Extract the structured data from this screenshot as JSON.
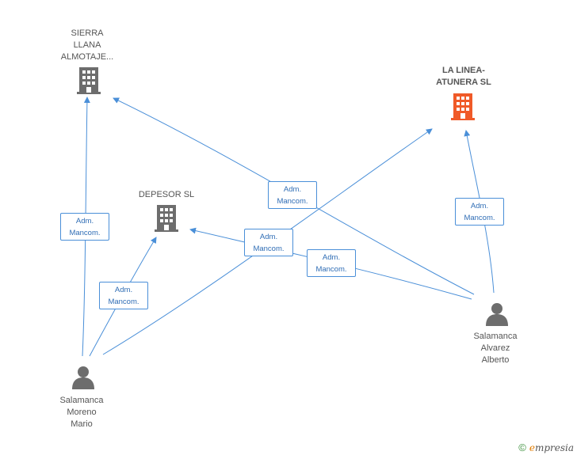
{
  "colors": {
    "edge": "#4a8fd8",
    "building": "#6d6d6d",
    "building_highlight": "#f05a28",
    "person": "#6d6d6d"
  },
  "companies": [
    {
      "id": "sierra",
      "lines": [
        "SIERRA",
        "LLANA",
        "ALMOTAJE..."
      ],
      "icon": "building-icon",
      "highlight": false
    },
    {
      "id": "linea",
      "lines": [
        "LA LINEA-",
        "ATUNERA SL"
      ],
      "icon": "building-icon",
      "highlight": true
    },
    {
      "id": "depesor",
      "lines": [
        "DEPESOR SL"
      ],
      "icon": "building-icon",
      "highlight": false
    }
  ],
  "persons": [
    {
      "id": "alberto",
      "lines": [
        "Salamanca",
        "Alvarez",
        "Alberto"
      ],
      "icon": "person-icon"
    },
    {
      "id": "mario",
      "lines": [
        "Salamanca",
        "Moreno",
        "Mario"
      ],
      "icon": "person-icon"
    }
  ],
  "edge_labels": [
    {
      "id": "e1",
      "lines": [
        "Adm.",
        "Mancom."
      ]
    },
    {
      "id": "e2",
      "lines": [
        "Adm.",
        "Mancom."
      ]
    },
    {
      "id": "e3",
      "lines": [
        "Adm.",
        "Mancom."
      ]
    },
    {
      "id": "e4",
      "lines": [
        "Adm.",
        "Mancom."
      ]
    },
    {
      "id": "e5",
      "lines": [
        "Adm.",
        "Mancom."
      ]
    },
    {
      "id": "e6",
      "lines": [
        "Adm.",
        "Mancom."
      ]
    }
  ],
  "footer": {
    "copyright": "©",
    "brand_first": "e",
    "brand_rest": "mpresia"
  }
}
